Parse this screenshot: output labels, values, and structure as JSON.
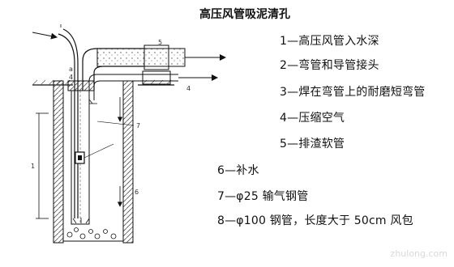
{
  "title": "高压风管吸泥清孔",
  "legend": [
    "1—高压风管入水深",
    "2—弯管和导管接头",
    "3—焊在弯管上的耐磨短弯管",
    "4—压缩空气",
    "5—排渣软管",
    "6—补水",
    "7—φ25 输气钢管",
    "8—φ100 钢管，长度大于 50cm 风包"
  ],
  "labels": {
    "left_dim": "1",
    "top_pipe": "5",
    "lower_pipe": "4",
    "label_a": "a",
    "label_b": "4",
    "label_c": "6",
    "label_7": "7"
  },
  "watermark": "zhulong.com"
}
